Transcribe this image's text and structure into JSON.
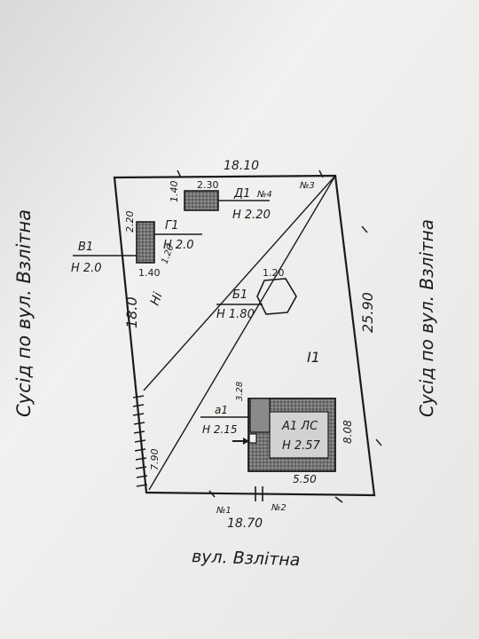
{
  "neighbours": {
    "left": "Сусід по вул. Взлітна",
    "right": "Сусід по вул. Взлітна",
    "bottom": "вул. Взлітна"
  },
  "dimensions": {
    "top": "18.10",
    "right": "25.90",
    "bottom": "18.70",
    "left": "18.0",
    "left_lower": "7.90"
  },
  "points": {
    "p1": "№1",
    "p2": "№2",
    "p3": "№3",
    "p4": "№4"
  },
  "structures": {
    "g1": {
      "label": "Г1",
      "height": "Н 2.0",
      "dim_top": "2.20",
      "dim_bottom": "1.40",
      "dim_side": "1.20"
    },
    "v1": {
      "label": "В1",
      "height": "Н 2.0"
    },
    "d1": {
      "label": "Д1",
      "height": "Н 2.20",
      "dim_top": "2.30",
      "dim_side": "1.40"
    },
    "b1": {
      "label": "Б1",
      "height": "Н 1.80",
      "dim": "1.20"
    },
    "house": {
      "label": "А1 ЛС",
      "height": "Н 2.57",
      "dim_bottom": "5.50",
      "dim_side": "8.08"
    },
    "a1": {
      "label": "а1",
      "height": "Н 2.15",
      "dim": "3.28"
    }
  },
  "marks": {
    "center": "І1",
    "mid": "Ні"
  }
}
